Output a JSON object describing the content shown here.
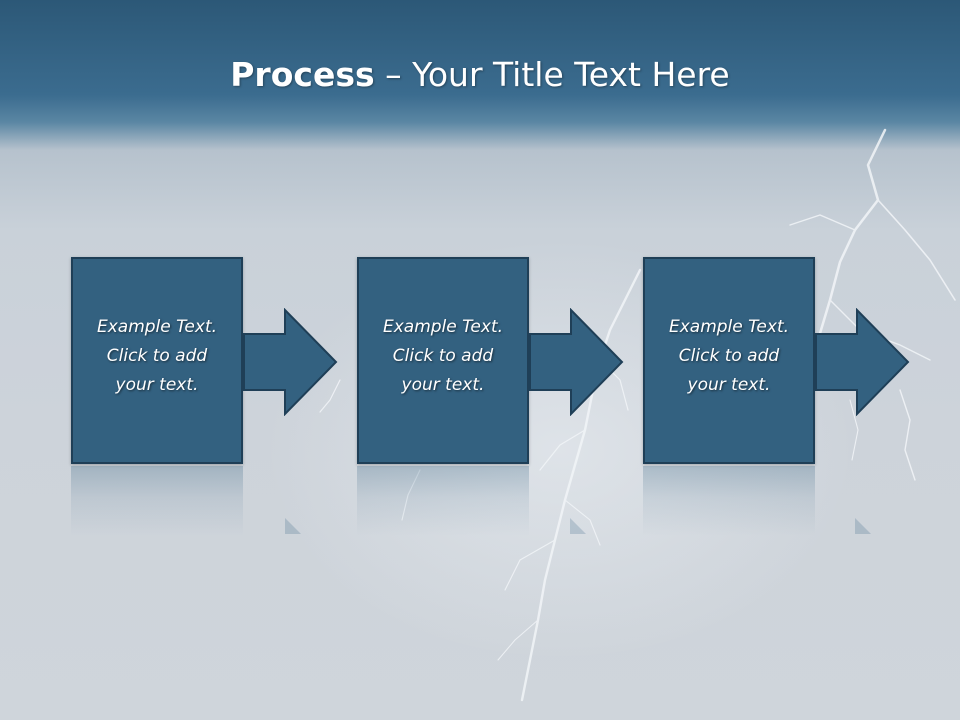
{
  "title": {
    "strong": "Process",
    "rest": " – Your Title Text Here"
  },
  "steps": [
    {
      "lines": [
        "Example Text.",
        "Click  to add",
        "your text."
      ]
    },
    {
      "lines": [
        "Example Text.",
        "Click  to add",
        "your text."
      ]
    },
    {
      "lines": [
        "Example Text.",
        "Click  to add",
        "your text."
      ]
    }
  ],
  "colors": {
    "box_fill": "#336180",
    "box_border": "#1f3f57",
    "header": "#3b6c8f",
    "text": "#ffffff"
  }
}
